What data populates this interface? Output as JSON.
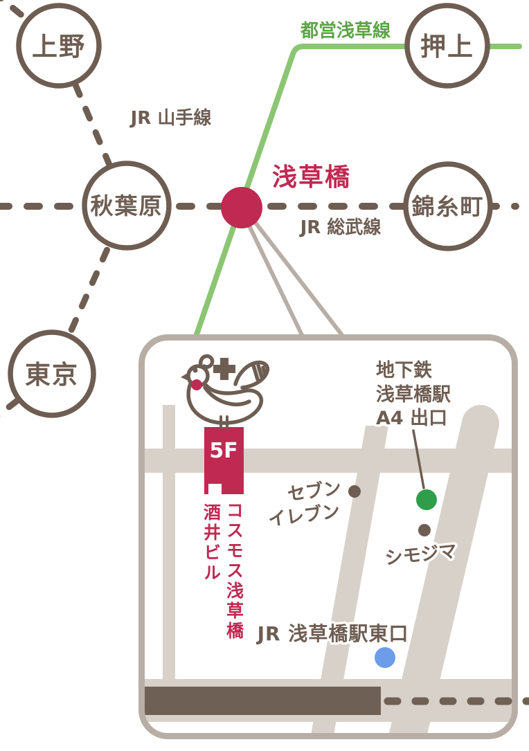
{
  "colors": {
    "brown": "#6e5d52",
    "taupe": "#b8aea6",
    "street": "#d8d1ca",
    "rail": "#6e6054",
    "crimson": "#c02951",
    "green-line": "#8cc573",
    "green-text": "#5ca447",
    "green-dot": "#2f9e4a",
    "blue-dot": "#6d9ce9"
  },
  "schematic": {
    "stations": {
      "ueno": "上野",
      "oshiage": "押上",
      "akihabara": "秋葉原",
      "kinshicho": "錦糸町",
      "tokyo": "東京"
    },
    "lines": {
      "yamanote": "JR 山手線",
      "sobu": "JR 総武線",
      "asakusa": "都営浅草線"
    },
    "highlight": {
      "asakusabashi": "浅草橋"
    }
  },
  "inset": {
    "subway_exit": {
      "line1": "地下鉄",
      "line2": "浅草橋駅",
      "line3": "A4 出口"
    },
    "seven_eleven": {
      "line1": "セブン",
      "line2": "イレブン"
    },
    "shimojima": "シモジマ",
    "jr_east_exit": "JR 浅草橋駅東口",
    "building": {
      "floor": "5F",
      "name": "コスモス浅草橋",
      "building_name": "酒井ビル"
    }
  }
}
